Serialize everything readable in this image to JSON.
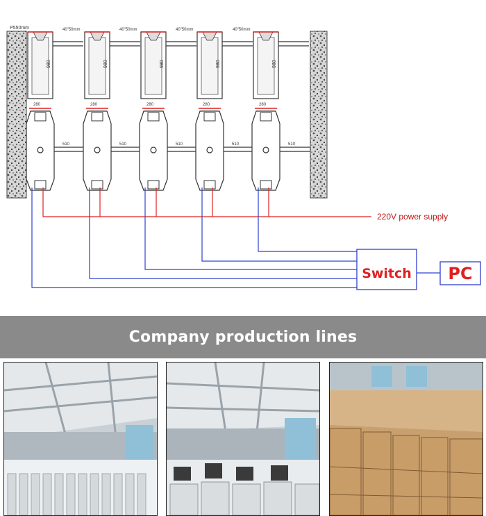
{
  "diagram": {
    "wall_dim_label": "P550mm",
    "spacing_label": "40\"50mm",
    "arm_height_label": "980",
    "top_width_label": "280",
    "arm_length_label": "510",
    "power_label": "220V power supply",
    "switch_label": "Switch",
    "pc_label": "PC",
    "colors": {
      "power_line": "#e02020",
      "network_line": "#3040d0",
      "switch_text": "#e02020",
      "box_border": "#3040d0"
    }
  },
  "banner": {
    "title": "Company production lines"
  },
  "photos": [
    {
      "name": "factory-floor-photo-1"
    },
    {
      "name": "factory-floor-photo-2"
    },
    {
      "name": "packed-boxes-photo"
    }
  ]
}
